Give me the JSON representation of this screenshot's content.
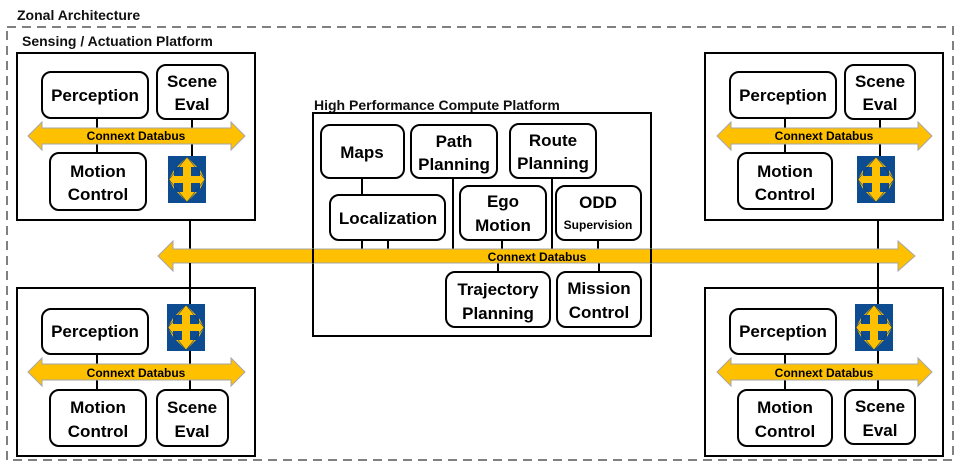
{
  "diagram": {
    "title": "Zonal Architecture",
    "colors": {
      "databus": "#ffc000",
      "router_bg": "#0e4c92",
      "router_arrow": "#ffc000",
      "zone_border": "#808080"
    },
    "sensing_platform_label": "Sensing / Actuation Platform",
    "hpc": {
      "label": "High Performance Compute Platform",
      "nodes": {
        "maps": [
          "Maps"
        ],
        "path_planning": [
          "Path",
          "Planning"
        ],
        "route_planning": [
          "Route",
          "Planning"
        ],
        "localization": [
          "Localization"
        ],
        "ego_motion": [
          "Ego",
          "Motion"
        ],
        "odd": [
          "ODD",
          "Supervision"
        ],
        "trajectory_planning": [
          "Trajectory",
          "Planning"
        ],
        "mission_control": [
          "Mission",
          "Control"
        ]
      }
    },
    "main_bus_label": "Connext Databus",
    "zones": [
      {
        "name": "top-left",
        "perception": "Perception",
        "scene": [
          "Scene",
          "Eval"
        ],
        "motion": [
          "Motion",
          "Control"
        ],
        "bus": "Connext Databus",
        "router_icon": "router-move-icon"
      },
      {
        "name": "top-right",
        "perception": "Perception",
        "scene": [
          "Scene",
          "Eval"
        ],
        "motion": [
          "Motion",
          "Control"
        ],
        "bus": "Connext Databus",
        "router_icon": "router-move-icon"
      },
      {
        "name": "bottom-left",
        "perception": "Perception",
        "scene": [
          "Scene",
          "Eval"
        ],
        "motion": [
          "Motion",
          "Control"
        ],
        "bus": "Connext Databus",
        "router_icon": "router-move-icon"
      },
      {
        "name": "bottom-right",
        "perception": "Perception",
        "scene": [
          "Scene",
          "Eval"
        ],
        "motion": [
          "Motion",
          "Control"
        ],
        "bus": "Connext Databus",
        "router_icon": "router-move-icon"
      }
    ]
  }
}
